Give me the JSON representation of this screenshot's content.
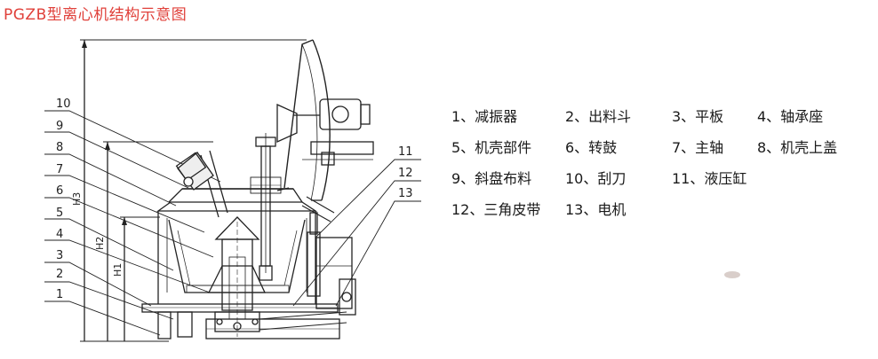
{
  "title": "PGZB型离心机结构示意图",
  "callouts": [
    "1",
    "2",
    "3",
    "4",
    "5",
    "6",
    "7",
    "8",
    "9",
    "10",
    "11",
    "12",
    "13"
  ],
  "dimensions": {
    "h1": "H1",
    "h2": "H2",
    "h3": "H3"
  },
  "legend": [
    [
      "1、减振器",
      "2、出料斗",
      "3、平板",
      "4、轴承座"
    ],
    [
      "5、机壳部件",
      "6、转鼓",
      "7、主轴",
      "8、机壳上盖"
    ],
    [
      "9、斜盘布料",
      "10、刮刀",
      "11、液压缸"
    ],
    [
      "12、三角皮带",
      "13、电机"
    ]
  ]
}
